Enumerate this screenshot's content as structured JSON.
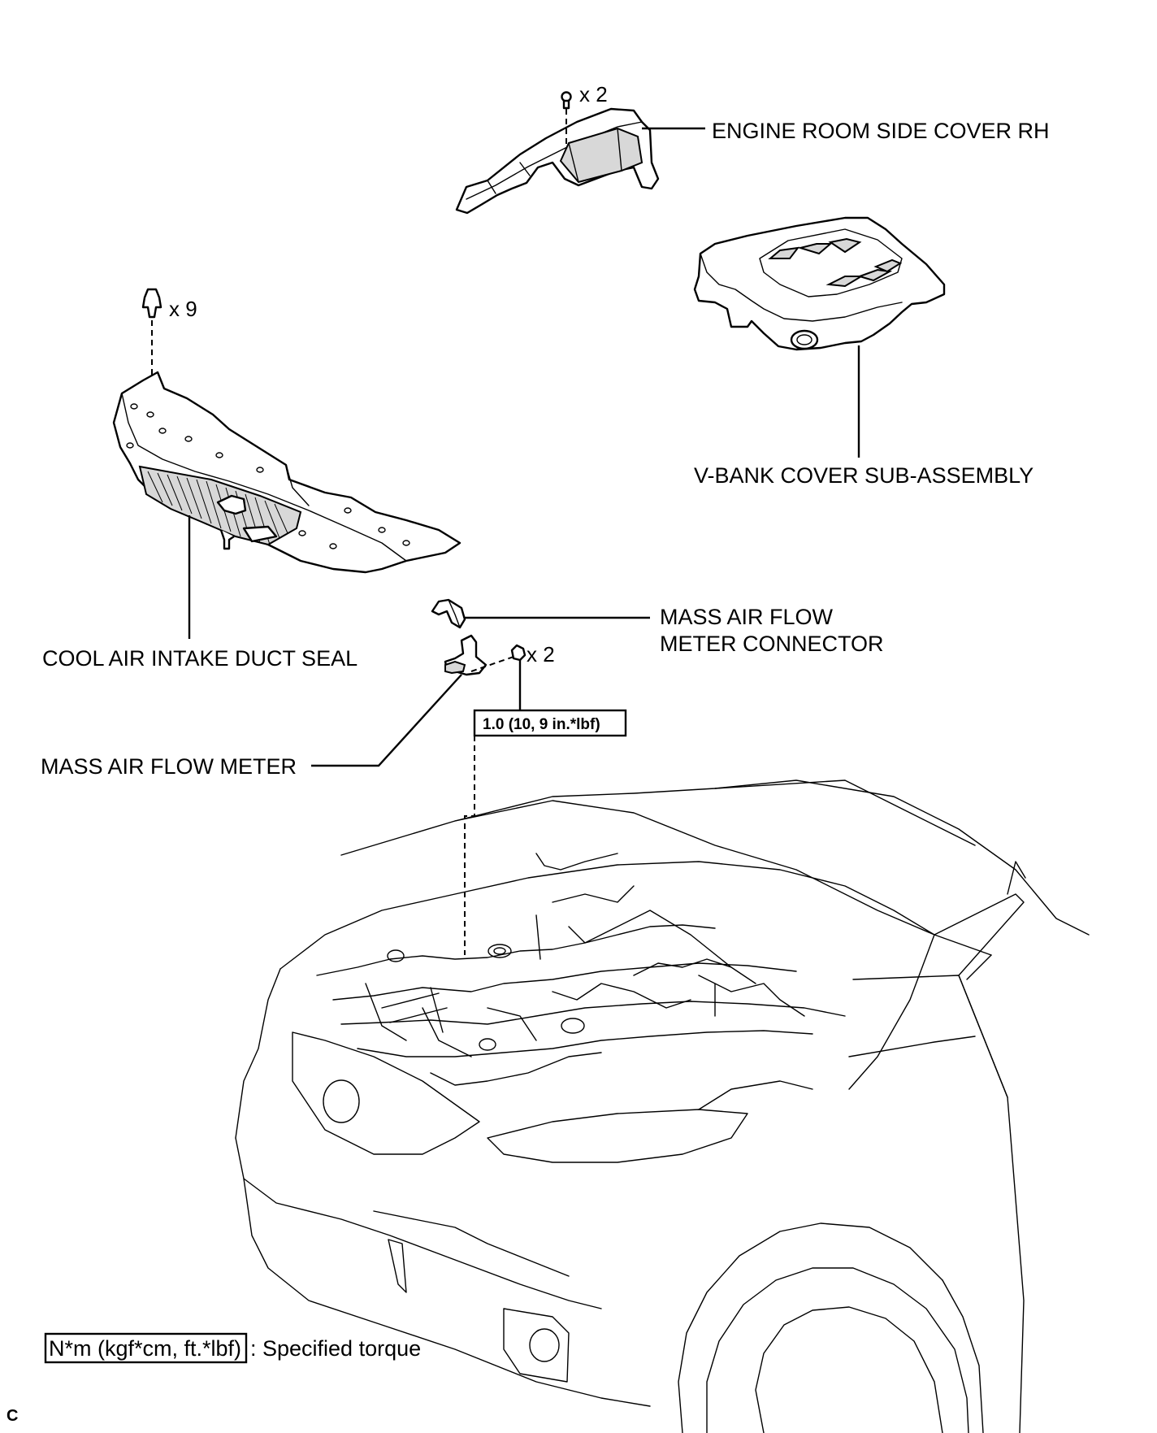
{
  "labels": {
    "engine_room_side_cover_rh": "ENGINE ROOM SIDE COVER RH",
    "v_bank_cover": "V-BANK COVER SUB-ASSEMBLY",
    "cool_air_intake_duct_seal": "COOL AIR INTAKE DUCT SEAL",
    "mass_air_flow_meter_connector_line1": "MASS AIR FLOW",
    "mass_air_flow_meter_connector_line2": "METER CONNECTOR",
    "mass_air_flow_meter": "MASS AIR FLOW METER"
  },
  "quantities": {
    "side_cover_clips": "x 2",
    "duct_seal_clips": "x 9",
    "meter_screws": "x 2"
  },
  "torque": {
    "meter_screws": "1.0 (10, 9 in.*lbf)"
  },
  "legend": {
    "unit_box": "N*m (kgf*cm, ft.*lbf)",
    "description": ": Specified torque"
  },
  "figure_code": "C"
}
